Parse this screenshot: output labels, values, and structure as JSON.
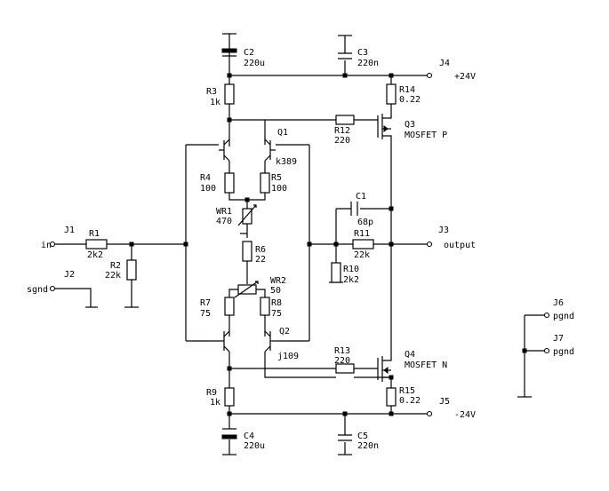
{
  "labels": {
    "c2": "C2",
    "c2_val": "220u",
    "c3": "C3",
    "c3_val": "220n",
    "j4": "J4",
    "pos_supply": "+24V",
    "r3": "R3",
    "r3_val": "1k",
    "r14": "R14",
    "r14_val": "0.22",
    "q3": "Q3",
    "q3_type": "MOSFET P",
    "r12": "R12",
    "r12_val": "220",
    "q1": "Q1",
    "q1_type": "k389",
    "r4": "R4",
    "r4_val": "100",
    "r5": "R5",
    "r5_val": "100",
    "wr1": "WR1",
    "wr1_val": "470",
    "c1": "C1",
    "c1_val": "68p",
    "j1": "J1",
    "in": "in",
    "r1": "R1",
    "r1_val": "2k2",
    "r2": "R2",
    "r2_val": "22k",
    "r6": "R6",
    "r6_val": "22",
    "j3": "J3",
    "output": "output",
    "r11": "R11",
    "r11_val": "22k",
    "r10": "R10",
    "r10_val": "2k2",
    "j2": "J2",
    "sgnd": "sgnd",
    "wr2": "WR2",
    "wr2_val": "50",
    "r7": "R7",
    "r7_val": "75",
    "r8": "R8",
    "r8_val": "75",
    "j6": "J6",
    "pgnd1": "pgnd",
    "j7": "J7",
    "pgnd2": "pgnd",
    "q2": "Q2",
    "q2_type": "j109",
    "r13": "R13",
    "r13_val": "220",
    "q4": "Q4",
    "q4_type": "MOSFET N",
    "r9": "R9",
    "r9_val": "1k",
    "r15": "R15",
    "r15_val": "0.22",
    "j5": "J5",
    "neg_supply": "-24V",
    "c4": "C4",
    "c4_val": "220u",
    "c5": "C5",
    "c5_val": "220n"
  }
}
